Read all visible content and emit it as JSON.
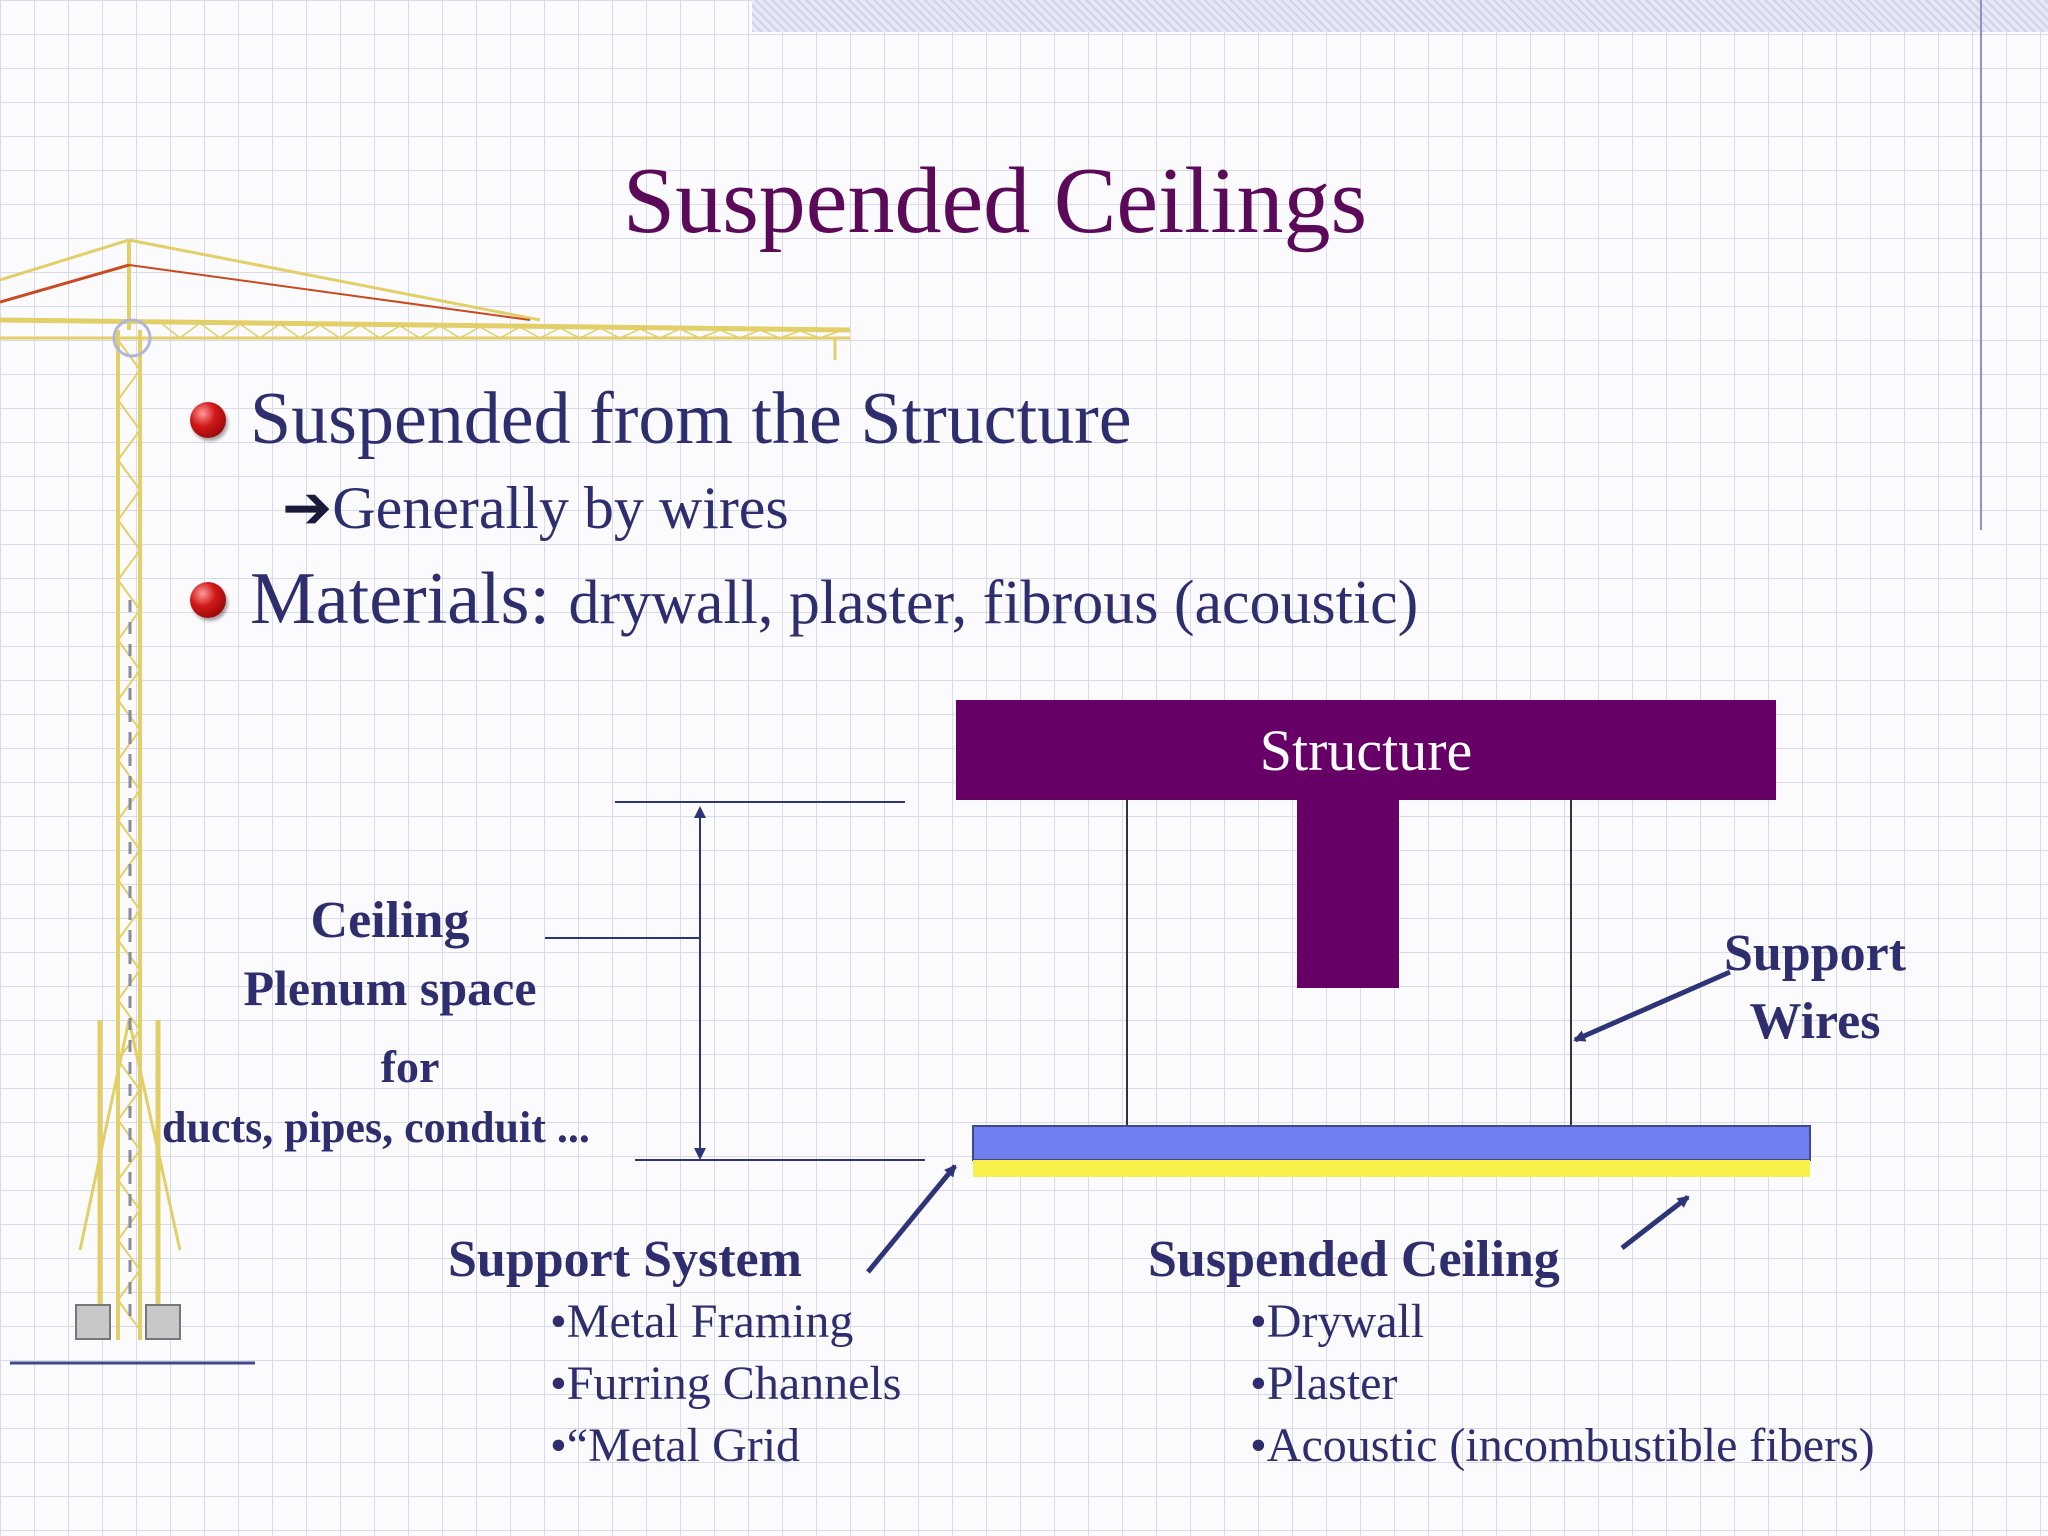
{
  "slide": {
    "title": "Suspended Ceilings",
    "bullets": [
      {
        "text": "Suspended from the Structure",
        "sub": {
          "arrow": "➔",
          "text": "Generally by wires"
        }
      },
      {
        "text": "Materials:",
        "detail": "drywall, plaster, fibrous (acoustic)"
      }
    ]
  },
  "diagram": {
    "structure_label": "Structure",
    "plenum_label": {
      "line1": "Ceiling",
      "line2": "Plenum space",
      "line3": "for",
      "line4": "ducts, pipes, conduit ..."
    },
    "support_wires_label": {
      "line1": "Support",
      "line2": "Wires"
    },
    "support_system": {
      "heading": "Support System",
      "items": [
        "•Metal Framing",
        "•Furring Channels",
        "•“Metal Grid"
      ]
    },
    "suspended_ceiling": {
      "heading": "Suspended Ceiling",
      "items": [
        "•Drywall",
        "•Plaster",
        "•Acoustic (incombustible fibers)"
      ]
    },
    "colors": {
      "structure": "#660066",
      "ceiling_board": "#6f7ff0",
      "ceiling_finish": "#f7f04a",
      "title": "#5b0a5a",
      "text": "#2e2e6e"
    }
  }
}
